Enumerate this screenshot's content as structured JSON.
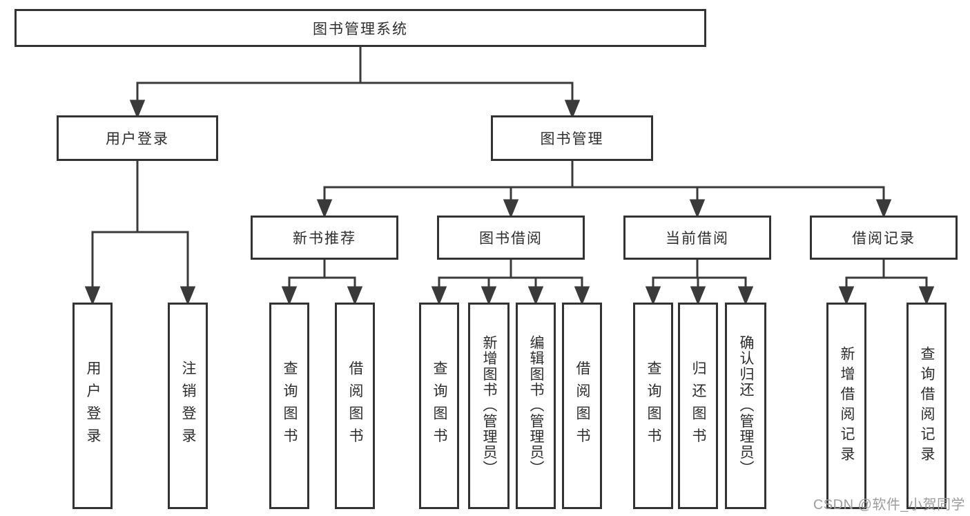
{
  "tree": {
    "label": "图书管理系统",
    "children": [
      {
        "label": "用户登录",
        "children": [
          {
            "label": "用户登录"
          },
          {
            "label": "注销登录"
          }
        ]
      },
      {
        "label": "图书管理",
        "children": [
          {
            "label": "新书推荐",
            "children": [
              {
                "label": "查询图书"
              },
              {
                "label": "借阅图书"
              }
            ]
          },
          {
            "label": "图书借阅",
            "children": [
              {
                "label": "查询图书"
              },
              {
                "label": "新增图书（管理员）"
              },
              {
                "label": "编辑图书（管理员）"
              },
              {
                "label": "借阅图书"
              }
            ]
          },
          {
            "label": "当前借阅",
            "children": [
              {
                "label": "查询图书"
              },
              {
                "label": "归还图书"
              },
              {
                "label": "确认归还（管理员）"
              }
            ]
          },
          {
            "label": "借阅记录",
            "children": [
              {
                "label": "新增借阅记录"
              },
              {
                "label": "查询借阅记录"
              }
            ]
          }
        ]
      }
    ]
  },
  "watermark": "CSDN @软件_小贺同学",
  "colors": {
    "line": "#3a3a3a",
    "box_border": "#333333",
    "box_fill": "#ffffff",
    "text": "#2d2d2d",
    "watermark": "#9d9d9d",
    "background": "#ffffff"
  }
}
